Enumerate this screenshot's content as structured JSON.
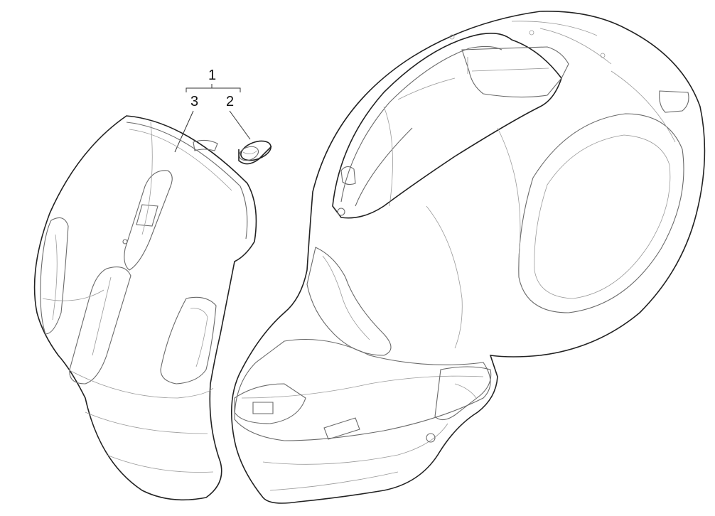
{
  "callouts": [
    {
      "id": "1",
      "label": "1"
    },
    {
      "id": "2",
      "label": "2"
    },
    {
      "id": "3",
      "label": "3"
    }
  ],
  "colors": {
    "outline": "#222222",
    "detail": "#9a9a9a",
    "background": "#ffffff"
  }
}
